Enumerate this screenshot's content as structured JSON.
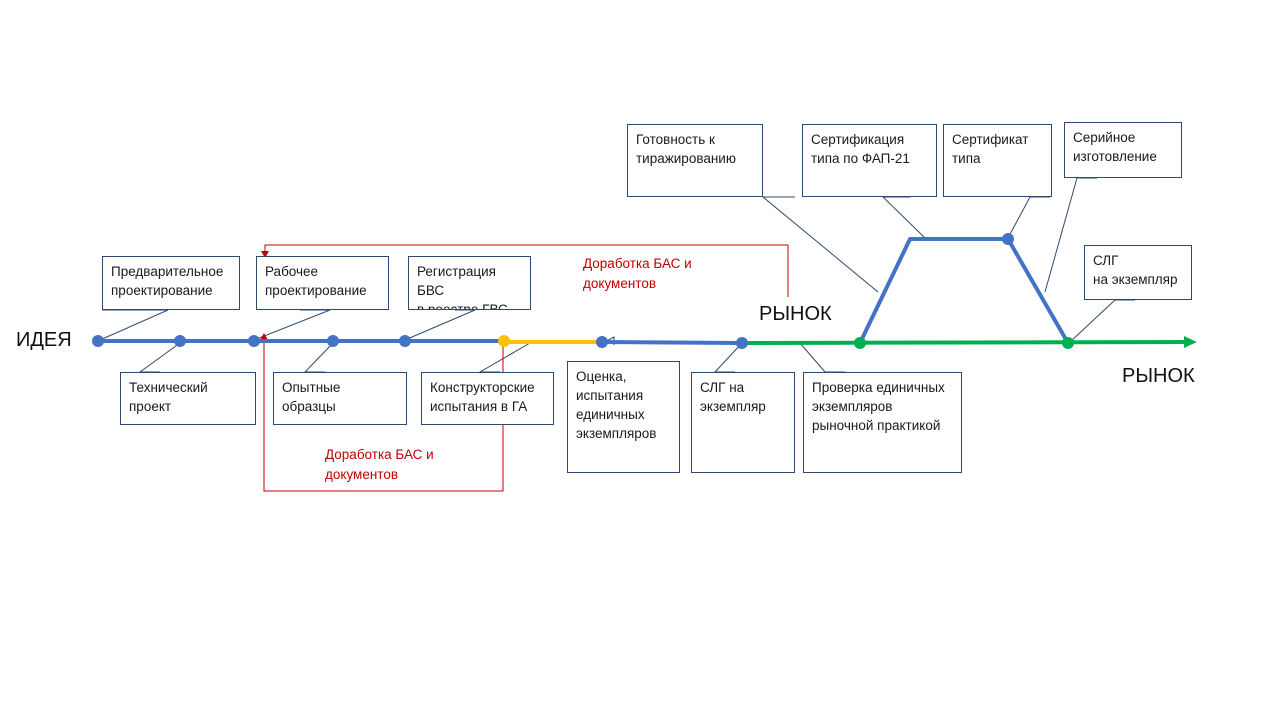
{
  "colors": {
    "blue": "#4472c4",
    "yellow": "#ffc000",
    "green": "#00b050",
    "red": "#c00000",
    "callout": "#2f4a6d"
  },
  "labels": {
    "idea": "ИДЕЯ",
    "market_top": "РЫНОК",
    "market_end": "РЫНОК",
    "rework_top": "Доработка БАС и\nдокументов",
    "rework_bottom": "Доработка БАС и\nдокументов"
  },
  "boxes": {
    "prelim": "Предварительное\nпроектирование",
    "working": "Рабочее\nпроектирование",
    "registration": "Регистрация БВС\nв реестре ГВС",
    "technical": "Технический\nпроект",
    "prototypes": "Опытные\nобразцы",
    "design_tests": "Конструкторские\nиспытания в ГА",
    "evaluation": "Оценка,\nиспытания\nединичных\nэкземпляров",
    "slg_copy": "СЛГ на\nэкземпляр",
    "market_check": "Проверка единичных\nэкземпляров\nрыночной практикой",
    "readiness": "Готовность к\nтиражированию",
    "type_cert_fap": "Сертификация\nтипа по ФАП-21",
    "type_cert": "Сертификат\nтипа",
    "serial": "Серийное\nизготовление",
    "slg_copy_2": "СЛГ\nна экземпляр"
  }
}
